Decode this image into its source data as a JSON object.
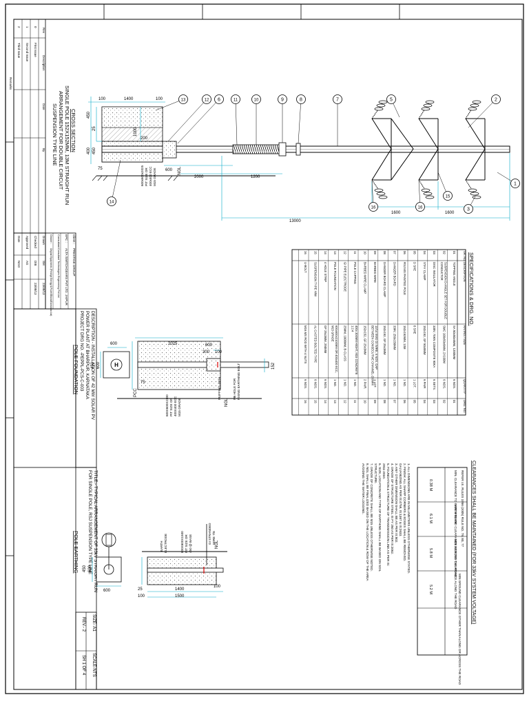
{
  "drawing": {
    "cross_section_title": [
      "CROSS SECTION",
      "SINGLE POLE 152X152MM, 13M STRAIGHT RUN",
      "ARRANGEMENT FOR DOUBLE CIRCUIT",
      "SUSPENSION TYPE LINE"
    ],
    "foundation_title": "POLE FOUNDATION",
    "earthing_title": "POLE EARTHING",
    "main_dims": {
      "d100a": "100",
      "d1400a": "1400",
      "d100b": "100",
      "d450": "450",
      "d25": "25",
      "d1000": "1000",
      "d200": "200",
      "d400": "400",
      "d450b": "450",
      "d75": "75",
      "d600": "600",
      "d2000": "2000",
      "d1200": "1200",
      "d1600a": "1600",
      "d1600b": "1600",
      "d13000": "13000",
      "ngl": "NGL",
      "pcc_note": [
        "600x600x2025",
        "PIT SIZE OR",
        "400x400 ECC",
        "M15 GRADE"
      ]
    },
    "callouts": [
      "1",
      "2",
      "3",
      "5",
      "7",
      "8",
      "9",
      "10",
      "11",
      "6",
      "12",
      "13",
      "14",
      "15",
      "16",
      "16"
    ],
    "foundation_dims": {
      "d600": "600",
      "d2025": "2025",
      "d600b": "600",
      "d300": "300",
      "d100": "100",
      "d152": "152",
      "d450": "450",
      "d600c": "600",
      "d75": "75",
      "pcc": "PCC",
      "note1": [
        "M6 HOLE FOR",
        "FIXING EARTHING BOLT"
      ],
      "note2": [
        "MUFFING 400H"
      ],
      "note3": [
        "600X600X2100",
        "PIT SIZE OR",
        "400X400 ECC",
        "M15 GRADE"
      ],
      "ngl": "NGL"
    },
    "earthing_dims": {
      "d450": "450",
      "d600": "600",
      "d600b": "600",
      "d25": "25",
      "d100": "100",
      "d1400": "1400",
      "d100b": "100",
      "d1500": "1500",
      "earth_electrode": [
        "EARTH",
        "ELECTRODE"
      ],
      "note1": [
        "600X600X1500",
        "PIT SIZE OR",
        "450 @ BASE"
      ],
      "note2": [
        "GI STRANDED",
        "WIRE 7/8"
      ],
      "ngl": "NGL"
    }
  },
  "specs": {
    "title": "SPECIFICATIONS & DRG. NO.",
    "headers": [
      "SR. NO.",
      "DESCRIPTION",
      "RATING / SIZE",
      "QUANTITY",
      "DRG. NO."
    ],
    "rows": [
      [
        "01",
        "TOPPING ANGLE",
        "SA 50x50x6MM, 1200MM",
        "6 NOS.",
        "01"
      ],
      [
        "02",
        "SUSPENSION D-ANGLE SET FOR DOUBLE CONDUCTOR",
        "SMC 100x50x6MM, 2X100M",
        "6 NOS.",
        "02"
      ],
      [
        "03",
        "DISC INSULATOR",
        "33kV, 70KN COMPOSITE 90KA",
        "6 SETS.",
        "03"
      ],
      [
        "04",
        "STAY CLAMP",
        "152x152, GF 50x8MM",
        "6 PAIR",
        "04"
      ],
      [
        "05",
        "D SHE",
        "8 SHE",
        "1 LOT.",
        "05"
      ],
      [
        "06",
        "RSJ MS PAINTED POLE",
        "152x152MM, 13M",
        "1 NO.",
        "06"
      ],
      [
        "07",
        "DANGER BOARD",
        "33kV, 250x150MM",
        "1 NO.",
        "07"
      ],
      [
        "08",
        "DANGER BOARD CLAMP",
        "152x152, GF 25x3MM",
        "1 NO.",
        "08"
      ],
      [
        "09",
        "BARBED WIRE",
        "12/14 SWG GI WIRE, 6 NOS. GAP BETWEEN CONSECUTIVE CHANNEL-200MM",
        "1 LOT.",
        "09"
      ],
      [
        "10",
        "BARBED WIRE CLAMP",
        "152x152, GF 25x3MM",
        "2 PAIR.",
        "10"
      ],
      [
        "11",
        "POLE CAPPING",
        "400x 300MM HIGHT, M15 CONCRETE 1:2:4",
        "1 NO.",
        "11"
      ],
      [
        "12",
        "GI PIPE ELECTRODE",
        "25MM, 1000MM, B-CLASS",
        "1 NO.",
        "12"
      ],
      [
        "13",
        "POLE FOUNDATION",
        "600x600x2100MM OR 400x400 ECC, M15 GRADE",
        "1 NO.",
        "13"
      ],
      [
        "14",
        "4 HOLE STRIP",
        "GF 25x3MM, 250MM",
        "6 NOS.",
        "14"
      ],
      [
        "15",
        "SUSPENSION TYPE H/W",
        "AL CASTED BOLTED TYPE",
        "6 NOS.",
        "15"
      ],
      [
        "16",
        "U-BOLT",
        "M16 MS ROD WITH 4 NUTS",
        "6 NOS.",
        "16"
      ]
    ]
  },
  "clearances": {
    "title": "CLEARANCES SHALL BE MAINTAINED (FOR 33kV SYSTEM VOLTAGE)",
    "headers": [
      "REFER I.E. RULES 1956 (2005) RULE NO. 79, 80, 77",
      "MIN. CLEARANCE TO EARTH IN AIR",
      "MIN GROUND CLEARANCE ACROSS THE ROAD",
      "MIN GROUND CLEARANCE ALONG THE ROAD",
      "MIN GROUND CLEARANCE OTHER THAN ALONG OR ACROSS THE ROAD"
    ],
    "values": [
      "",
      "0.38 M",
      "6.1 M",
      "5.8 M",
      "5.2 M"
    ]
  },
  "notes": [
    "1. ALL DIMENSIONS ARE IN MILLIMETERS UNLESS OTHERWISE STATED.",
    "2. FINISH: ALL SHARP CORNERS & EDGES SHALL BE REMOVED.",
    "   GALVANIZING AS PER IS:4759, IS:1367 & IS:2633.",
    "3. ANY OTHER DIMENSION SHALL BE AS PER IS:802.",
    "4. GRADE OF STRUCTURE STEEL IS FY 250 AS PER IS:2062.",
    "5. FOUNDATION & STRUCTURE OF TRANSMISSION LINE AS PER IS:",
    "   2911-2010.",
    "6. SIZE, LOCATION AND TYPE OF EARTHING SHALL BE BASED ON SOIL",
    "   STRUCTURE.",
    "7. GRADE OF CONCRETE SHALL BE M15 UNLESS OTHERWISE NOTED.",
    "8. NGL SHALL BE FINALIZED BASED ON THE LOCATION & ROW OF THE AREA",
    "   AVOIDING THE WATER LOGGING."
  ],
  "title_block": {
    "client_label": "Client :",
    "client": "PRESTIGE GROUP",
    "epc_label": "EPC :",
    "epc": "ALTA SWITCHGEARS PVT LTD. JAIPUR",
    "consultant_label": "Consultant :",
    "consultant": "Consultant Technologies Engineering Pvt Ltd.",
    "owner_label": "Owner :",
    "owner": "Original Equipments (Prestige Energy & Power/Bharat/Karnataka Ltd)",
    "description_lines": [
      "DESCRIPTION - INSTALLATION OF 42 MW SOLAR PV",
      "POWER PLANT AT BHARPUR, KARNATAKA",
      "PROJECT DRG NO. -PEPPL-PCS-C-003"
    ],
    "title_lines": [
      "TITLE:- TYPICAL ARRANGEMENT OF 33kV STRAIGHT RUN",
      "FOR SINGLE POLE, RSJ SUSPENSION TYPE LINE"
    ],
    "size": "SIZE- A1",
    "scale": "SCALE-NTS",
    "rev": "REV.- 2",
    "sheet": "SH 1 OF 4",
    "sign_labels": [
      "Drawn",
      "Checked",
      "Approved",
      "Date"
    ],
    "sign_names": [
      "SM",
      "DIB",
      "AG",
      "NGO"
    ],
    "sign_dates": [
      "23/08/13",
      "23/08/13",
      "",
      ""
    ],
    "rev_headers": [
      "Rev",
      "Description",
      "Date",
      "By"
    ],
    "rev_rows": [
      [
        "0",
        "First Issue",
        "",
        ""
      ],
      [
        "1",
        "Second Issue",
        "",
        ""
      ],
      [
        "2",
        "Third Issue",
        "",
        ""
      ]
    ],
    "remarks": "Remarks"
  }
}
